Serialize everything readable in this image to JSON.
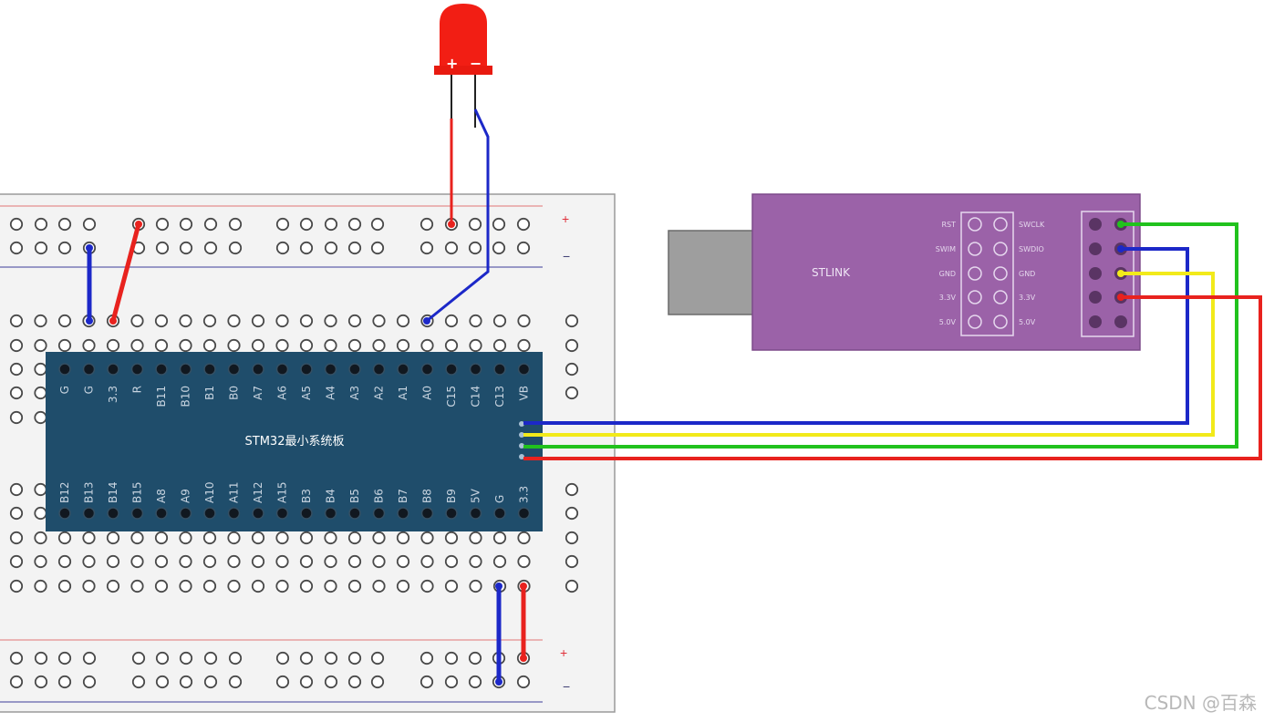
{
  "breadboard": {
    "rail_plus": "+",
    "rail_minus": "−"
  },
  "mcu": {
    "title": "STM32最小系统板",
    "top_pins": [
      "G",
      "G",
      "3.3",
      "R",
      "B11",
      "B10",
      "B1",
      "B0",
      "A7",
      "A6",
      "A5",
      "A4",
      "A3",
      "A2",
      "A1",
      "A0",
      "C15",
      "C14",
      "C13",
      "VB"
    ],
    "bottom_pins": [
      "B12",
      "B13",
      "B14",
      "B15",
      "A8",
      "A9",
      "A10",
      "A11",
      "A12",
      "A15",
      "B3",
      "B4",
      "B5",
      "B6",
      "B7",
      "B8",
      "B9",
      "5V",
      "G",
      "3.3"
    ]
  },
  "stlink": {
    "label": "STLINK",
    "left_pins": [
      "RST",
      "SWIM",
      "GND",
      "3.3V",
      "5.0V"
    ],
    "right_pins": [
      "SWCLK",
      "SWDIO",
      "GND",
      "3.3V",
      "5.0V"
    ]
  },
  "led": {
    "plus": "+",
    "minus": "−"
  },
  "colors": {
    "wire_red": "#e8221e",
    "wire_blue": "#1c28c8",
    "wire_green": "#21c21d",
    "wire_yellow": "#f2ea1a",
    "mcu_board": "#1f4d6b",
    "stlink_board": "#9b62a8",
    "led": "#f21e14"
  },
  "watermark": "CSDN @百森"
}
